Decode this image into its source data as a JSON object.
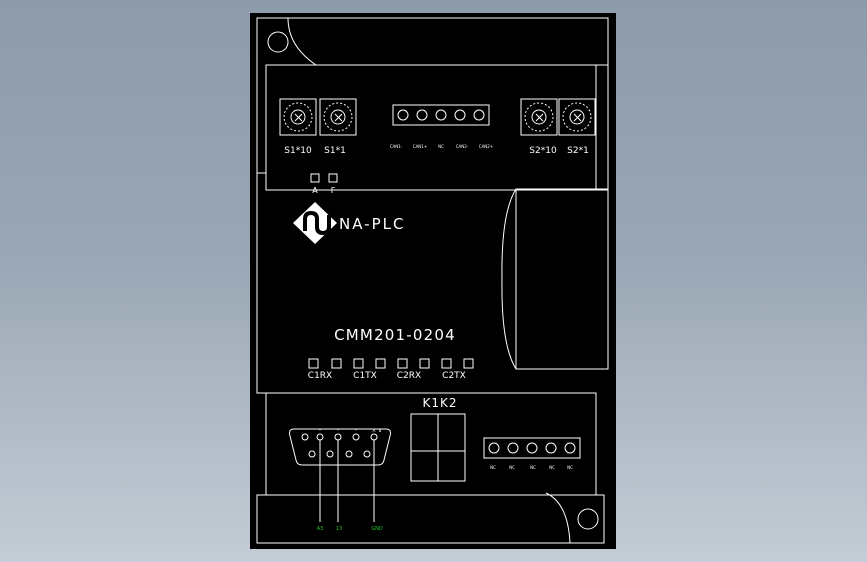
{
  "device": {
    "brand": "NA-PLC",
    "model": "CMM201-0204",
    "relay_label": "K1K2"
  },
  "switches": {
    "left": [
      "S1*10",
      "S1*1"
    ],
    "right": [
      "S2*10",
      "S2*1"
    ]
  },
  "top_terminal_labels": [
    "CAN1-",
    "CAN1+",
    "NC",
    "CAN2-",
    "CAN2+"
  ],
  "status_leds": [
    "A",
    "F"
  ],
  "comm_leds": [
    "C1RX",
    "C1TX",
    "C2RX",
    "C2TX"
  ],
  "bottom_terminal_labels": [
    "NC",
    "NC",
    "NC",
    "NC",
    "NC"
  ],
  "db9_pin_labels": [
    "*",
    "*",
    "*",
    "A",
    "B"
  ],
  "signal_labels": [
    "A3",
    "13",
    "GND"
  ],
  "colors": {
    "background": "#000000",
    "lines": "#ffffff",
    "signal_text": "#22c422"
  }
}
